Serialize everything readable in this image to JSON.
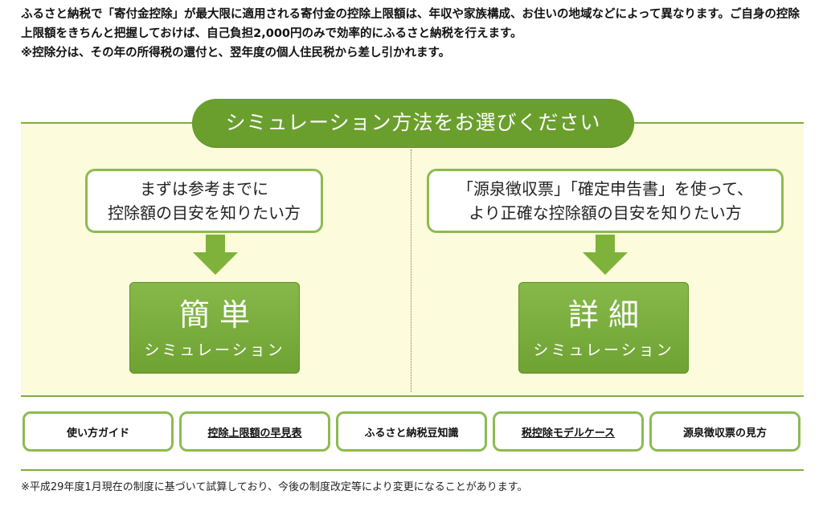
{
  "intro": {
    "line1": "ふるさと納税で「寄付金控除」が最大限に適用される寄付金の控除上限額は、年収や家族構成、お住いの地域などによって異なります。ご自身の控除上限額をきちんと把握しておけば、自己負担2,000円のみで効率的にふるさと納税を行えます。",
    "line2": "※控除分は、その年の所得税の還付と、翌年度の個人住民税から差し引かれます。"
  },
  "panel": {
    "title": "シミュレーション方法をお選びください",
    "left_choice": {
      "line1": "まずは参考までに",
      "line2": "控除額の目安を知りたい方"
    },
    "right_choice": {
      "line1": "「源泉徴収票」「確定申告書」を使って、",
      "line2": "より正確な控除額の目安を知りたい方"
    },
    "simple_button": {
      "main": "簡単",
      "sub": "シミュレーション"
    },
    "detail_button": {
      "main": "詳細",
      "sub": "シミュレーション"
    }
  },
  "links": [
    {
      "label": "使い方ガイド",
      "underline": false
    },
    {
      "label": "控除上限額の早見表",
      "underline": true
    },
    {
      "label": "ふるさと納税豆知識",
      "underline": false
    },
    {
      "label": "税控除モデルケース",
      "underline": true
    },
    {
      "label": "源泉徴収票の見方",
      "underline": false
    }
  ],
  "footnote": {
    "line1": "※平成29年度1月現在の制度に基づいて試算しており、今後の制度改定等により変更になることがあります。"
  },
  "colors": {
    "accent_green": "#6a9f2e",
    "light_green_border": "#8dbb4f",
    "panel_bg": "#fcfbdc"
  }
}
